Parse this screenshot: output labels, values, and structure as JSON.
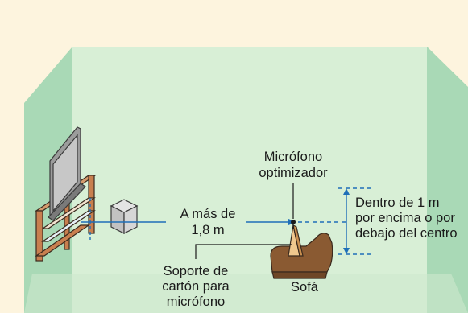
{
  "labels": {
    "microphone": [
      "Micrófono",
      "optimizador"
    ],
    "distance": [
      "A más de",
      "1,8 m"
    ],
    "height": [
      "Dentro de 1 m",
      "por encima o por",
      "debajo del centro"
    ],
    "stand": [
      "Soporte de",
      "cartón para",
      "micrófono"
    ],
    "sofa": "Sofá"
  },
  "colors": {
    "background": "#fdf4de",
    "room_back_wall": "#d8efd6",
    "room_side_wall": "#a9d9b6",
    "measure_line": "#1f6fb8",
    "furniture_wood": "#c87f4f",
    "sofa": "#8a5a32"
  }
}
